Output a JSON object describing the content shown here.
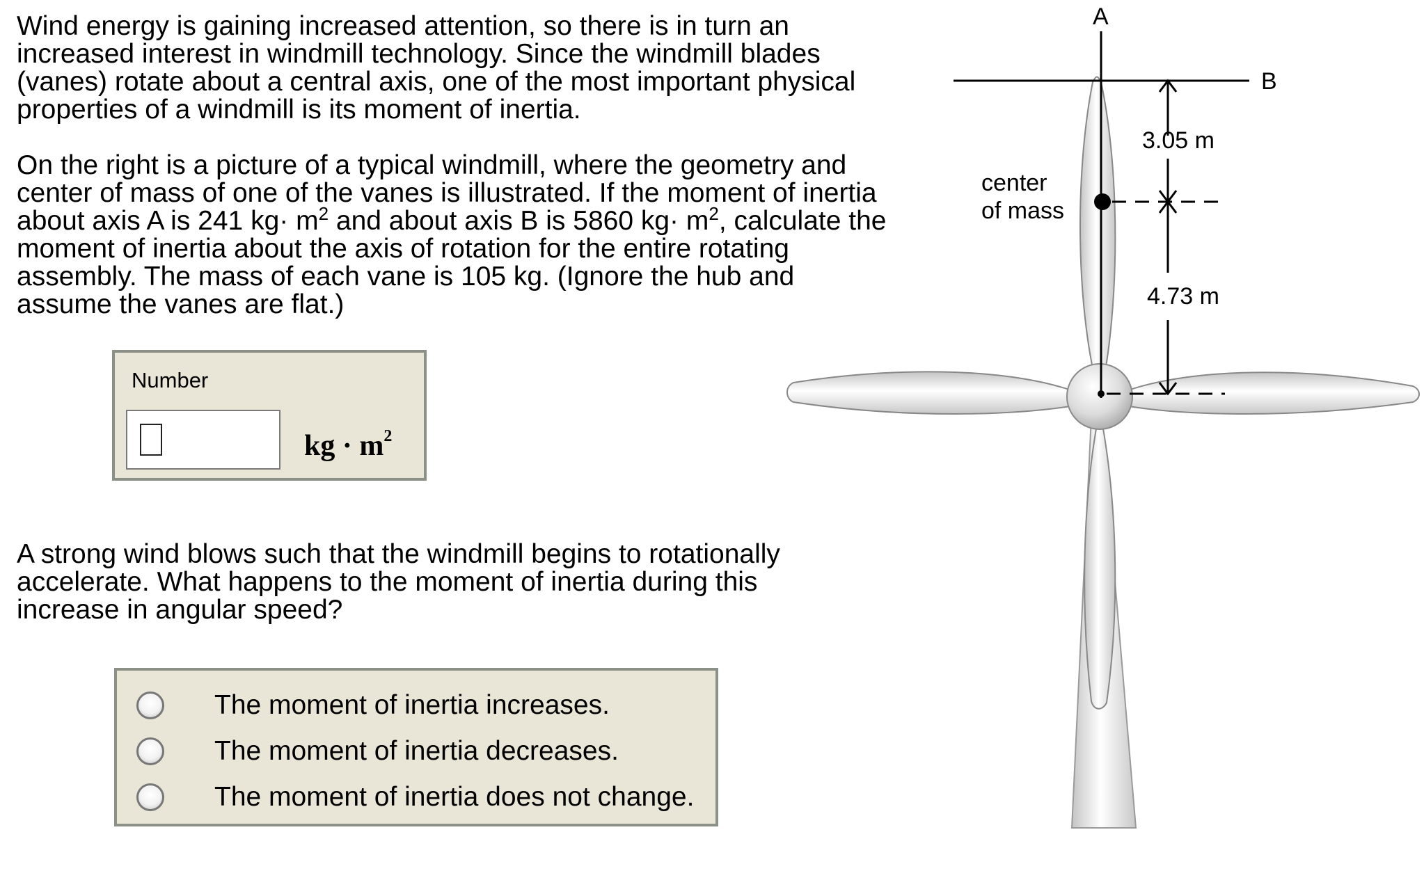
{
  "question": {
    "p1": "Wind energy is gaining increased attention, so there is in turn an\nincreased interest in windmill technology. Since the windmill blades\n(vanes) rotate about a central axis, one of the most important physical\nproperties of a windmill is its moment of inertia.",
    "p2": {
      "a": "On the right is a picture of a typical windmill, where the geometry and\ncenter of mass of one of the vanes is illustrated. If the moment of inertia\nabout axis A is 241 kg· m",
      "sup1": "2",
      "b": " and about axis B is 5860 kg· m",
      "sup2": "2",
      "c": ", calculate the\nmoment of inertia about the axis of rotation for the entire rotating\nassembly. The mass of each vane is 105 kg. (Ignore the hub and\nassume the vanes are flat.)"
    },
    "p3": "A strong wind blows such that the windmill begins to rotationally\naccelerate. What happens to the moment of inertia during this\nincrease in angular speed?"
  },
  "answer": {
    "label": "Number",
    "value": "",
    "unit": "kg · m",
    "unit_sup": "2"
  },
  "choices": [
    {
      "label": "The moment of inertia increases.",
      "selected": false
    },
    {
      "label": "The moment of inertia decreases.",
      "selected": false
    },
    {
      "label": "The moment of inertia does not change.",
      "selected": false
    }
  ],
  "diagram": {
    "axis_a": "A",
    "axis_b": "B",
    "dim_top": "3.05 m",
    "dim_bottom": "4.73 m",
    "com_line1": "center",
    "com_line2": "of mass"
  }
}
